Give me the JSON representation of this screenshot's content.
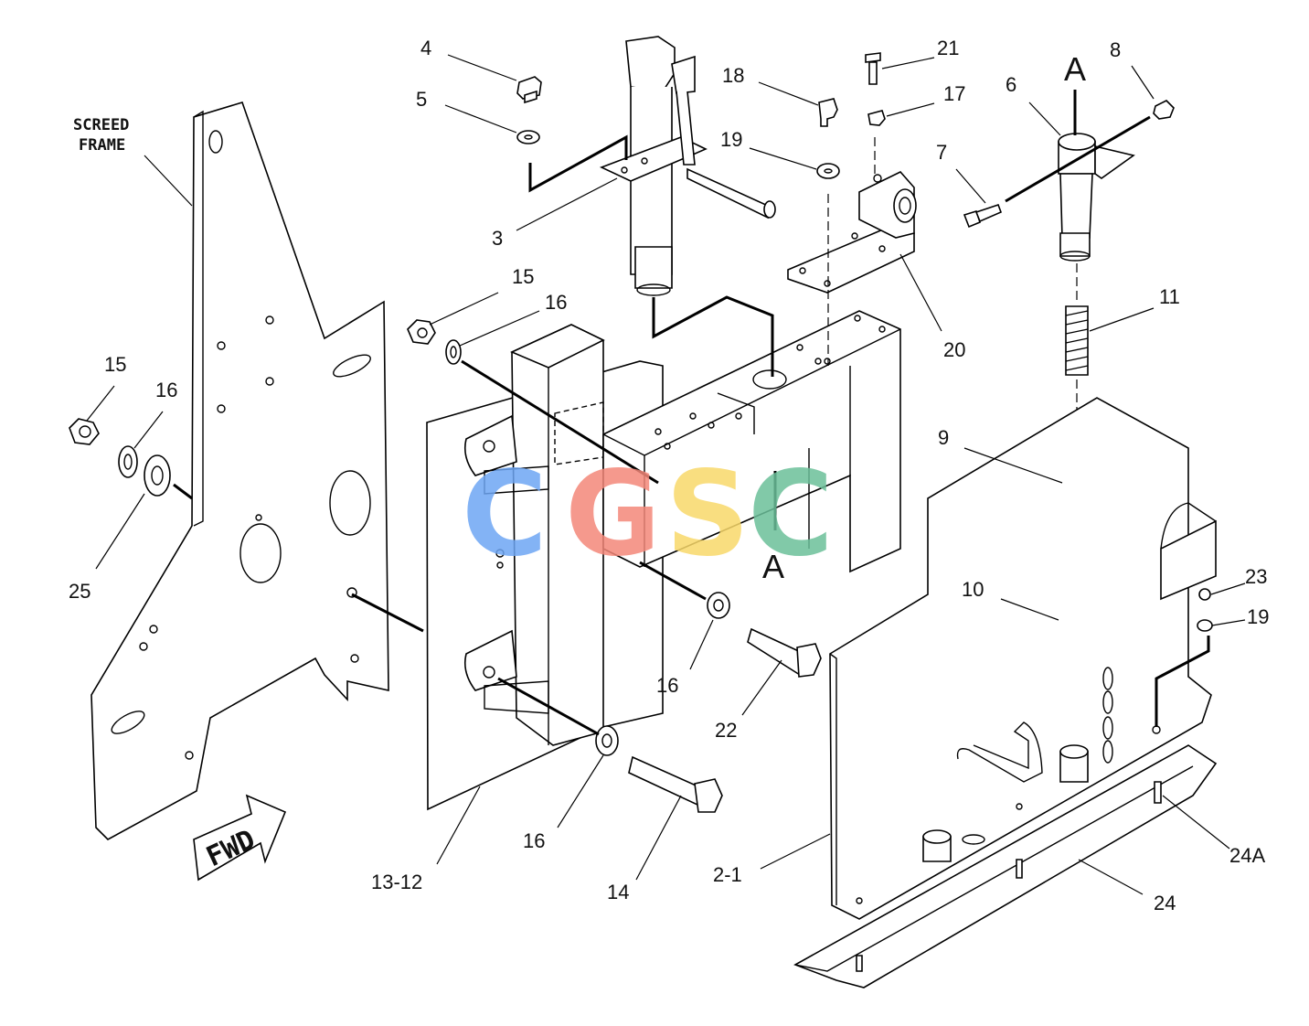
{
  "frame_caption": {
    "line1": "SCREED",
    "line2": "FRAME"
  },
  "direction_label": "FWD",
  "section_marker": "A",
  "watermark": {
    "letters": [
      "C",
      "G",
      "S",
      "C"
    ],
    "colors": [
      "#6ea6f4",
      "#f4887a",
      "#f9d96a",
      "#6cc09a"
    ]
  },
  "callouts": {
    "c4": "4",
    "c5": "5",
    "c3": "3",
    "c18": "18",
    "c19a": "19",
    "c21": "21",
    "c17": "17",
    "c8": "8",
    "c6": "6",
    "c7": "7",
    "c20": "20",
    "c11": "11",
    "c15a": "15",
    "c16a": "16",
    "c15b": "15",
    "c16b": "16",
    "c25": "25",
    "c9": "9",
    "c10": "10",
    "c23": "23",
    "c19b": "19",
    "c16c": "16",
    "c22": "22",
    "c16d": "16",
    "c14": "14",
    "c1312": "13-12",
    "c21b": "2-1",
    "c24a": "24A",
    "c24": "24"
  }
}
